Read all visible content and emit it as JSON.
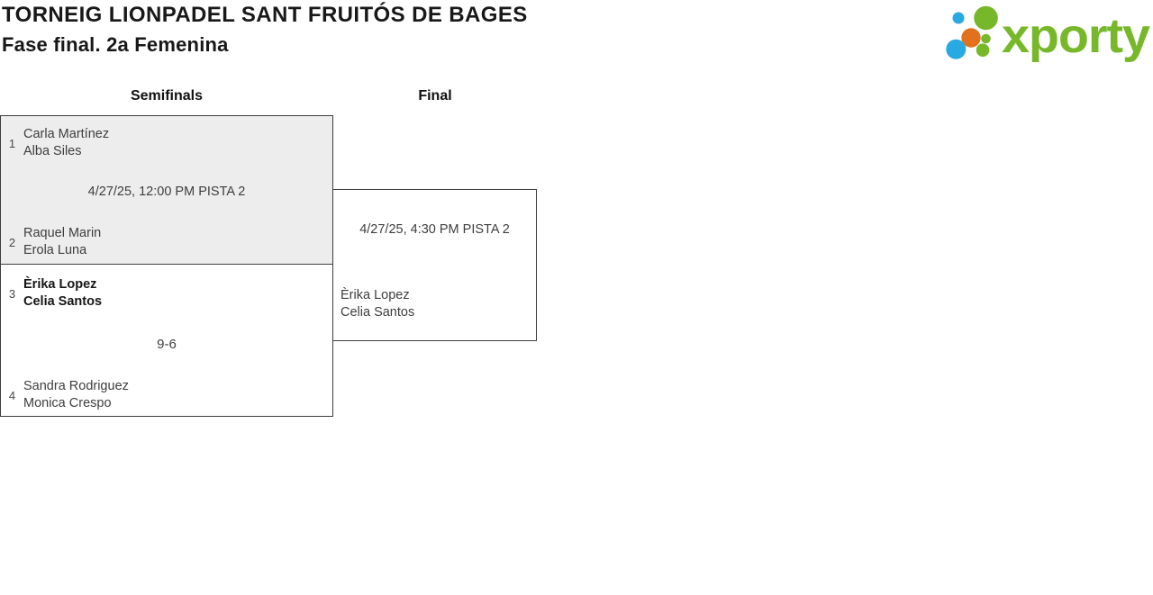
{
  "page": {
    "title": "TORNEIG LIONPADEL SANT FRUITÓS DE BAGES",
    "subtitle": "Fase final. 2a Femenina"
  },
  "logo": {
    "text": "xporty",
    "colors": {
      "green": "#77b82a",
      "blue": "#29a9e1",
      "orange": "#e2711d"
    }
  },
  "bracket": {
    "rounds": [
      {
        "label": "Semifinals"
      },
      {
        "label": "Final"
      }
    ],
    "matches": [
      {
        "id": "semifinal-1",
        "round": "Semifinals",
        "info": "4/27/25, 12:00 PM PISTA 2",
        "teams": [
          {
            "seed": "1",
            "player1": "Carla Martínez",
            "player2": "Alba Siles",
            "winner": false
          },
          {
            "seed": "2",
            "player1": "Raquel Marin",
            "player2": "Erola Luna",
            "winner": false
          }
        ]
      },
      {
        "id": "semifinal-2",
        "round": "Semifinals",
        "score": "9-6",
        "teams": [
          {
            "seed": "3",
            "player1": "Èrika Lopez",
            "player2": "Celia Santos",
            "winner": true
          },
          {
            "seed": "4",
            "player1": "Sandra Rodriguez",
            "player2": "Monica Crespo",
            "winner": false
          }
        ]
      },
      {
        "id": "final",
        "round": "Final",
        "info": "4/27/25, 4:30 PM PISTA 2",
        "teams": [
          {
            "seed": "",
            "player1": "Èrika Lopez",
            "player2": "Celia Santos",
            "winner": false
          }
        ]
      }
    ]
  }
}
